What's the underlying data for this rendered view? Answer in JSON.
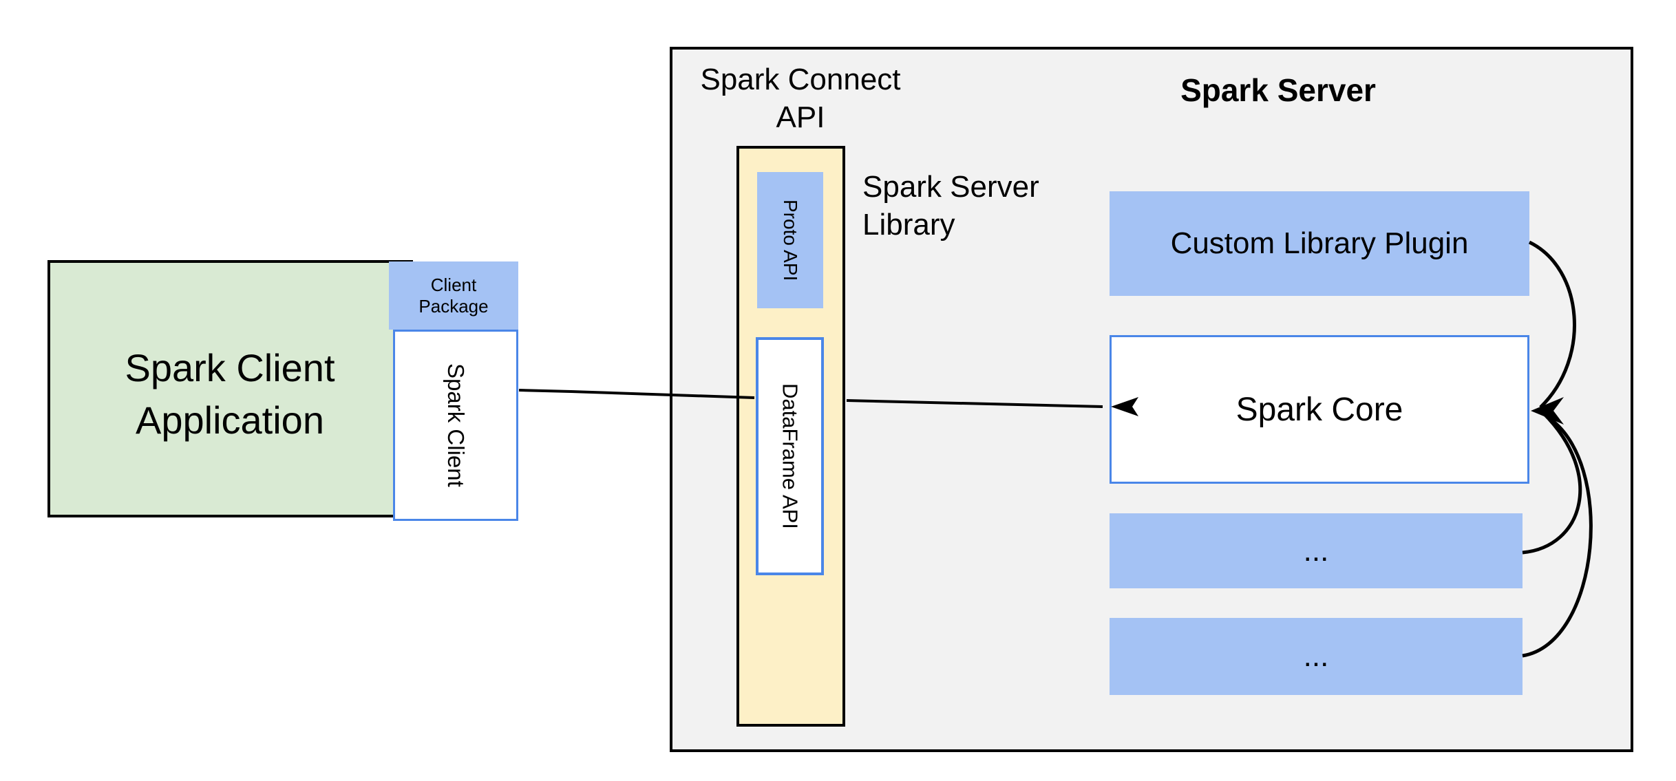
{
  "diagram": {
    "client": {
      "application_label": "Spark Client Application",
      "package_label": "Client Package",
      "client_label": "Spark Client"
    },
    "connect_api_label": "Spark Connect API",
    "server": {
      "title": "Spark Server",
      "library_label": "Spark Server Library",
      "proto_api_label": "Proto API",
      "dataframe_api_label": "DataFrame API",
      "plugin_label": "Custom Library Plugin",
      "core_label": "Spark Core",
      "plugin_row_1": "...",
      "plugin_row_2": "..."
    },
    "colors": {
      "green_fill": "#d9ead3",
      "blue_fill": "#a4c2f4",
      "yellow_fill": "#fdf0c7",
      "gray_fill": "#f2f2f2",
      "blue_border": "#4a86e8",
      "line_color": "#000000"
    }
  }
}
